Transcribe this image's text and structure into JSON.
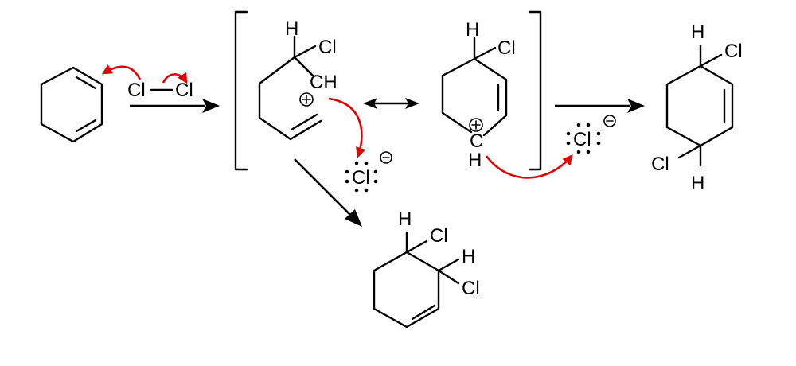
{
  "reagent": {
    "atom1": "Cl",
    "atom2": "Cl"
  },
  "labels": {
    "H": "H",
    "Cl": "Cl",
    "CH": "CH",
    "C": "C",
    "plus": "+",
    "minus": "−"
  },
  "colors": {
    "mechanism_arrow": "#e10000",
    "ink": "#000000"
  }
}
